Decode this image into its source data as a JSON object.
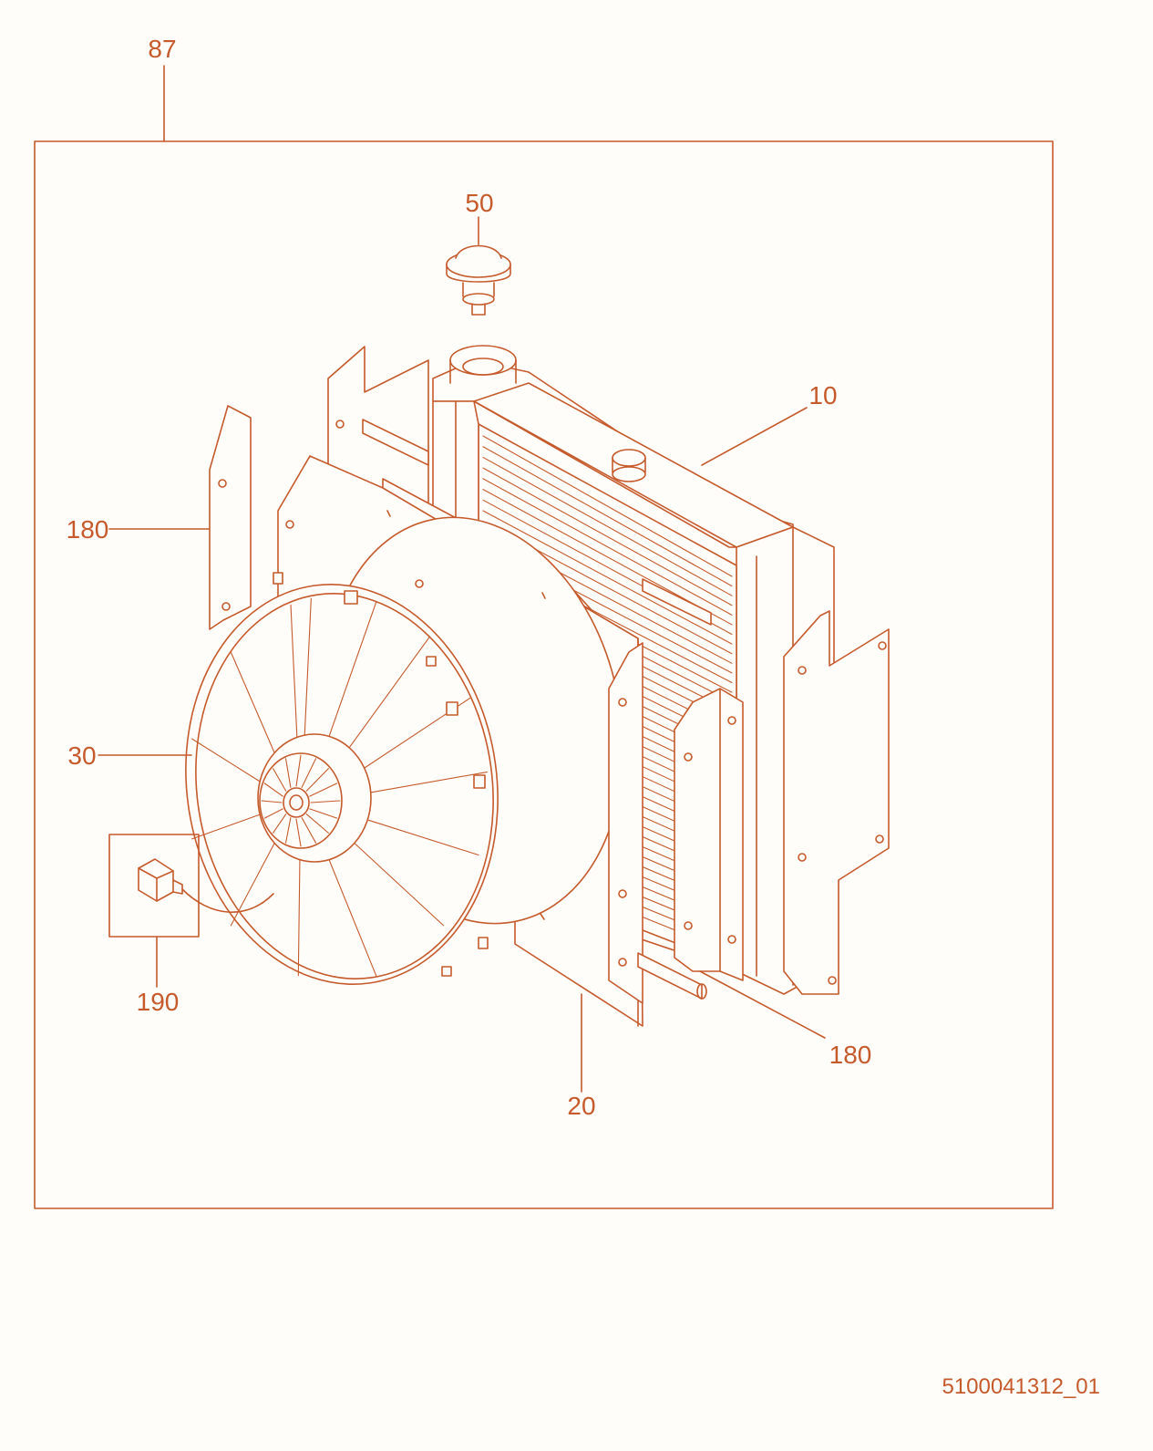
{
  "diagram": {
    "line_color": "#c65a2b",
    "background": "#fefdfa",
    "callouts": {
      "c87": "87",
      "c50": "50",
      "c10": "10",
      "c180a": "180",
      "c30": "30",
      "c190": "190",
      "c20": "20",
      "c180b": "180"
    },
    "document_number": "5100041312_01"
  }
}
